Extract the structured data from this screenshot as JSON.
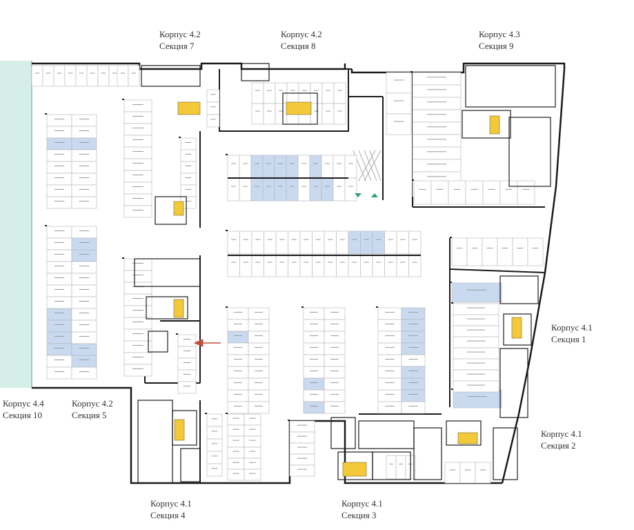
{
  "labels": [
    {
      "id": "k42-s7",
      "building": "Корпус 4.2",
      "section": "Секция 7"
    },
    {
      "id": "k42-s8",
      "building": "Корпус 4.2",
      "section": "Секция 8"
    },
    {
      "id": "k43-s9",
      "building": "Корпус 4.3",
      "section": "Секция 9"
    },
    {
      "id": "k41-s1",
      "building": "Корпус 4.1",
      "section": "Секция 1"
    },
    {
      "id": "k41-s2",
      "building": "Корпус 4.1",
      "section": "Секция 2"
    },
    {
      "id": "k44-s10",
      "building": "Корпус 4.4",
      "section": "Секция 10"
    },
    {
      "id": "k42-s5",
      "building": "Корпус 4.2",
      "section": "Секция 5"
    },
    {
      "id": "k41-s4",
      "building": "Корпус 4.1",
      "section": "Секция 4"
    },
    {
      "id": "k41-s3",
      "building": "Корпус 4.1",
      "section": "Секция 3"
    }
  ],
  "colors": {
    "wall": "#1a1a1a",
    "thin_line": "#b5b5b5",
    "highlight_space": "#c9daf0",
    "stairs": "#f3c93a",
    "street": "#d6eee8",
    "street_edge": "#7fbfae",
    "arrow": "#c0503c",
    "exit_marker": "#2aa07a"
  },
  "highlighted_space_count": 32
}
